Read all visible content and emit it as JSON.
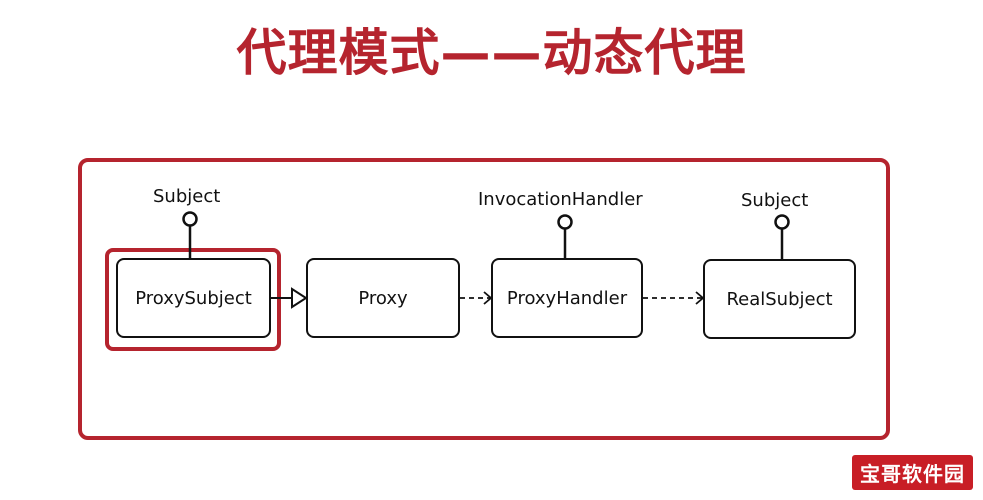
{
  "title": "代理模式——动态代理",
  "boxes": {
    "proxy_subject": "ProxySubject",
    "proxy": "Proxy",
    "proxy_handler": "ProxyHandler",
    "real_subject": "RealSubject"
  },
  "interfaces": {
    "subject_left": "Subject",
    "invocation_handler": "InvocationHandler",
    "subject_right": "Subject"
  },
  "watermark": "宝哥软件园",
  "colors": {
    "accent": "#b5242e",
    "ink": "#111111"
  }
}
